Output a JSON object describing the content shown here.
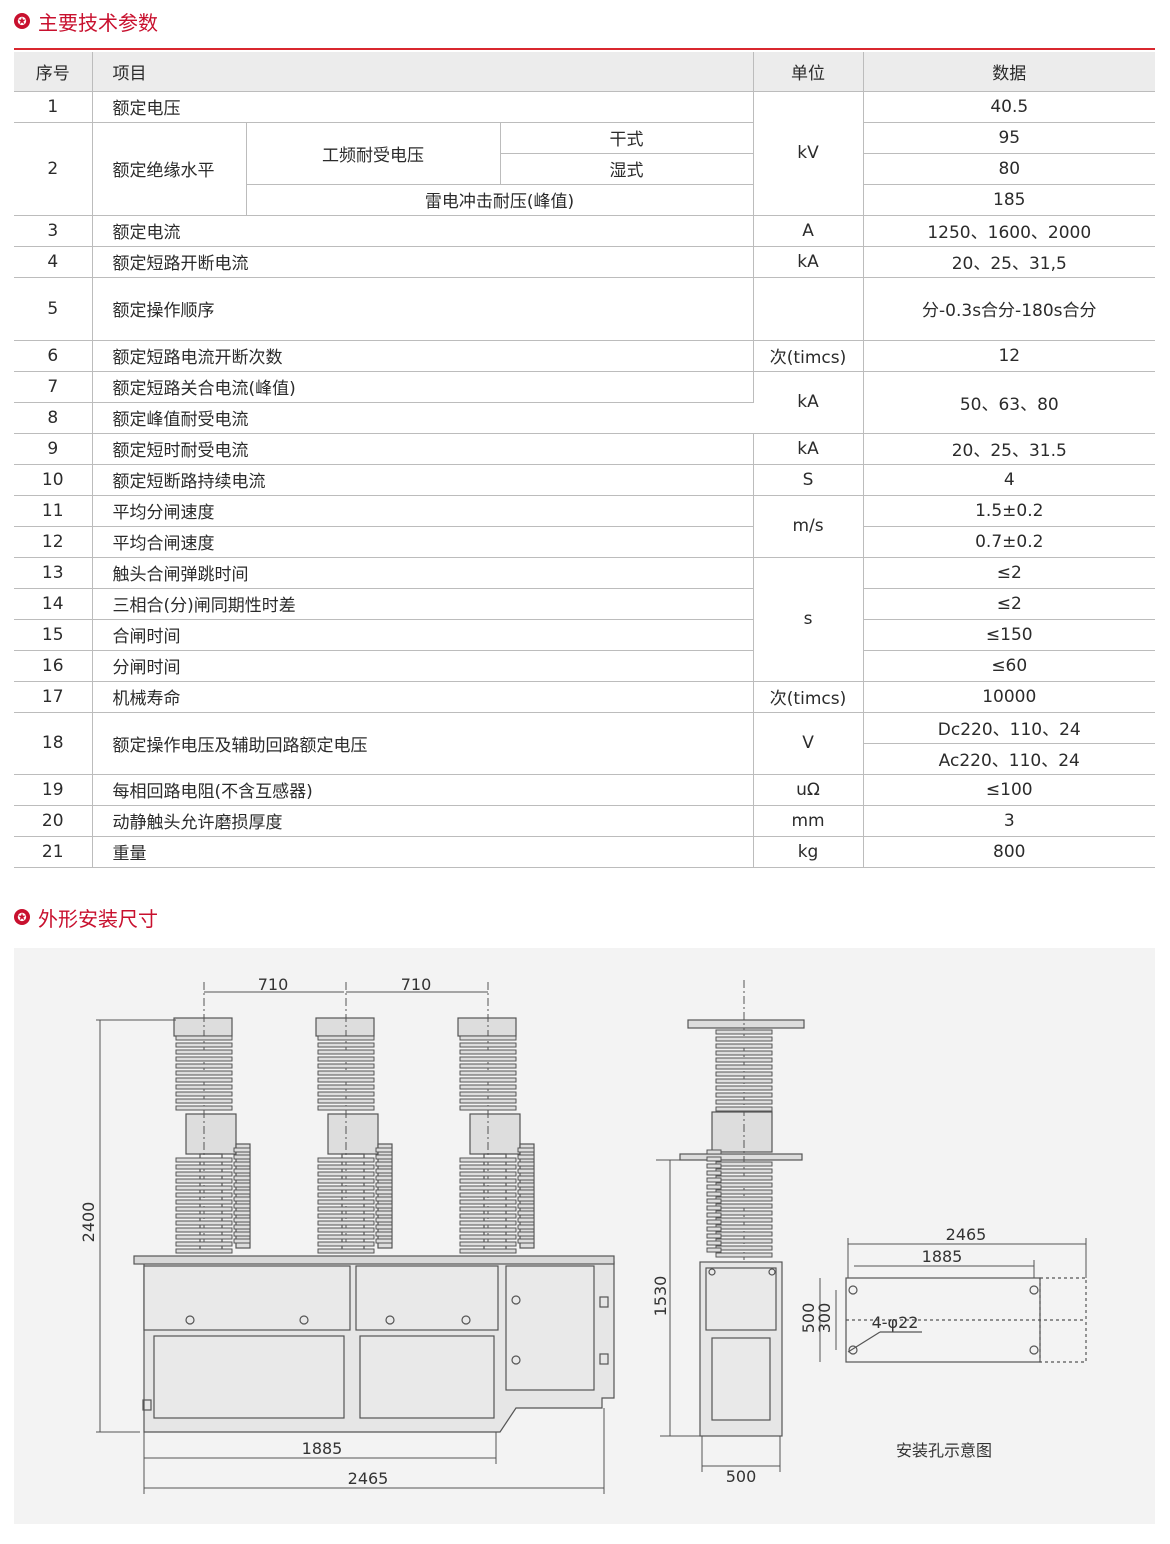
{
  "sections": {
    "params_title": "主要技术参数",
    "dims_title": "外形安装尺寸"
  },
  "table": {
    "headers": {
      "no": "序号",
      "item": "项目",
      "unit": "单位",
      "data": "数据"
    },
    "r1": {
      "no": "1",
      "item": "额定电压",
      "unit": "kV",
      "data": "40.5"
    },
    "r2": {
      "no": "2",
      "item": "额定绝缘水平",
      "sub": "工频耐受电压",
      "dry": "干式",
      "wet": "湿式",
      "lightning": "雷电冲击耐压(峰值)",
      "dry_val": "95",
      "wet_val": "80",
      "lightning_val": "185"
    },
    "r3": {
      "no": "3",
      "item": "额定电流",
      "unit": "A",
      "data": "1250、1600、2000"
    },
    "r4": {
      "no": "4",
      "item": "额定短路开断电流",
      "unit": "kA",
      "data": "20、25、31,5"
    },
    "r5": {
      "no": "5",
      "item": "额定操作顺序",
      "data": "分-0.3s合分-180s合分"
    },
    "r6": {
      "no": "6",
      "item": "额定短路电流开断次数",
      "unit": "次(timcs)",
      "data": "12"
    },
    "r7": {
      "no": "7",
      "item": "额定短路关合电流(峰值)",
      "unit": "kA",
      "data": "50、63、80"
    },
    "r8": {
      "no": "8",
      "item": "额定峰值耐受电流"
    },
    "r9": {
      "no": "9",
      "item": "额定短时耐受电流",
      "unit": "kA",
      "data": "20、25、31.5"
    },
    "r10": {
      "no": "10",
      "item": "额定短断路持续电流",
      "unit": "S",
      "data": "4"
    },
    "r11": {
      "no": "11",
      "item": "平均分闸速度",
      "unit": "m/s",
      "data": "1.5±0.2"
    },
    "r12": {
      "no": "12",
      "item": "平均合闸速度",
      "data": "0.7±0.2"
    },
    "r13": {
      "no": "13",
      "item": "触头合闸弹跳时间",
      "unit": "s",
      "data": "≤2"
    },
    "r14": {
      "no": "14",
      "item": "三相合(分)闸同期性时差",
      "data": "≤2"
    },
    "r15": {
      "no": "15",
      "item": "合闸时间",
      "data": "≤150"
    },
    "r16": {
      "no": "16",
      "item": "分闸时间",
      "data": "≤60"
    },
    "r17": {
      "no": "17",
      "item": "机械寿命",
      "unit": "次(timcs)",
      "data": "10000"
    },
    "r18": {
      "no": "18",
      "item": "额定操作电压及辅助回路额定电压",
      "unit": "V",
      "data_dc": "Dc220、110、24",
      "data_ac": "Ac220、110、24"
    },
    "r19": {
      "no": "19",
      "item": "每相回路电阻(不含互感器)",
      "unit": "uΩ",
      "data": "≤100"
    },
    "r20": {
      "no": "20",
      "item": "动静触头允许磨损厚度",
      "unit": "mm",
      "data": "3"
    },
    "r21": {
      "no": "21",
      "item": "重量",
      "unit": "kg",
      "data": "800"
    }
  },
  "drawing": {
    "pitch_1": "710",
    "pitch_2": "710",
    "height_total": "2400",
    "width_1885": "1885",
    "width_2465": "2465",
    "side_height": "1530",
    "side_width": "500",
    "hole_width_2465": "2465",
    "hole_width_1885": "1885",
    "hole_500": "500",
    "hole_300": "300",
    "hole_label": "4-φ22",
    "hole_caption": "安装孔示意图"
  },
  "colors": {
    "accent": "#c8102e",
    "rule": "#d9282f",
    "header_bg": "#ececec",
    "drawing_bg": "#f3f3f3"
  }
}
